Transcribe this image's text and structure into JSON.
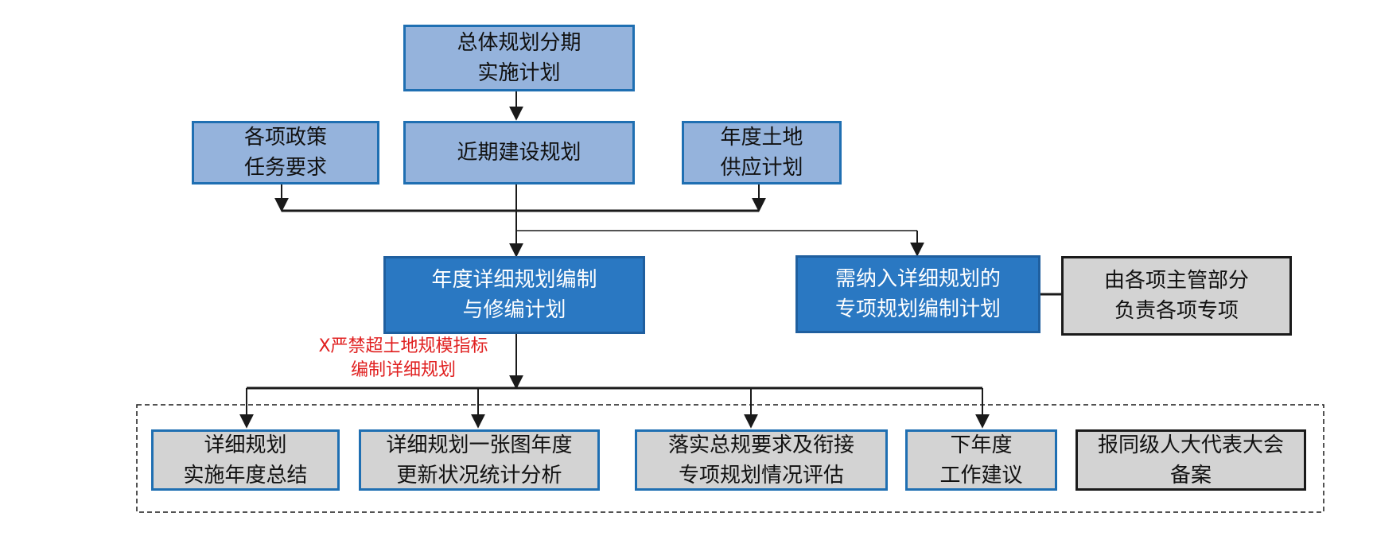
{
  "colors": {
    "light_fill": "#95b3dc",
    "mid_fill": "#2a78c2",
    "grey_fill": "#d3d3d3",
    "border_blue": "#1f6fb2",
    "line": "#1a1a1a",
    "note": "#e02020"
  },
  "nodes": {
    "overall_plan": [
      "总体规划分期",
      "实施计划"
    ],
    "policy_tasks": [
      "各项政策",
      "任务要求"
    ],
    "near_term": [
      "近期建设规划"
    ],
    "land_supply": [
      "年度土地",
      "供应计划"
    ],
    "annual_detail": [
      "年度详细规划编制",
      "与修编计划"
    ],
    "special_plans": [
      "需纳入详细规划的",
      "专项规划编制计划"
    ],
    "dept_responsible": [
      "由各项主管部分",
      "负责各项专项"
    ],
    "summary": [
      "详细规划",
      "实施年度总结"
    ],
    "one_map": [
      "详细规划一张图年度",
      "更新状况统计分析"
    ],
    "evaluation": [
      "落实总规要求及衔接",
      "专项规划情况评估"
    ],
    "next_year": [
      "下年度",
      "工作建议"
    ],
    "filing": [
      "报同级人大代表大会",
      "备案"
    ]
  },
  "note": [
    "X严禁超土地规模指标",
    "编制详细规划"
  ]
}
